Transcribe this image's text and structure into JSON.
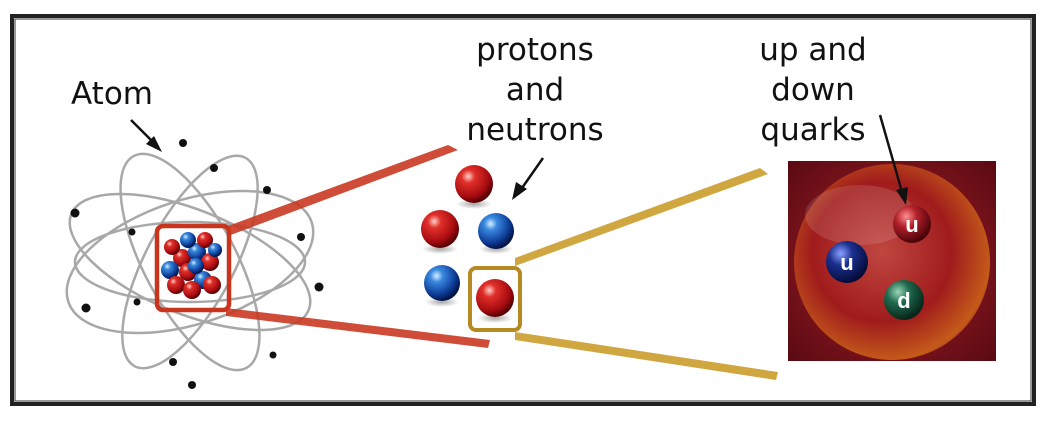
{
  "labels": {
    "atom": "Atom",
    "protons_neutrons": [
      "protons",
      "and",
      "neutrons"
    ],
    "quarks": [
      "up and",
      "down",
      "quarks"
    ]
  },
  "quarks": [
    {
      "letter": "u",
      "color": "#b3202a"
    },
    {
      "letter": "u",
      "color": "#1b2f8f"
    },
    {
      "letter": "d",
      "color": "#1f6a4e"
    }
  ],
  "colors": {
    "proton": "#d01818",
    "neutron": "#1e66c8",
    "zoom_atom": "#c8341c",
    "zoom_nucleon": "#c89a24",
    "frame": "#222222",
    "electron": "#111111"
  }
}
